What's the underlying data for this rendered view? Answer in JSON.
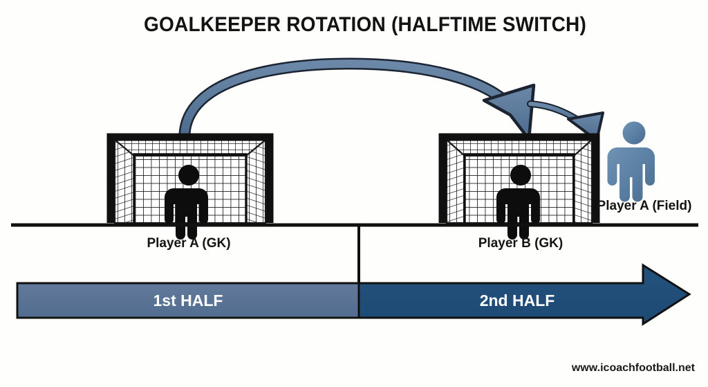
{
  "title": "GOALKEEPER ROTATION (HALFTIME SWITCH)",
  "labels": {
    "goal_left": "Player A (GK)",
    "goal_right": "Player B (GK)",
    "field_player": "Player A (Field)"
  },
  "timeline": {
    "first_half": "1st HALF",
    "second_half": "2nd HALF"
  },
  "watermark": "www.icoachfootball.net",
  "colors": {
    "background": "#fefefc",
    "ink": "#131313",
    "arrow_fill": "#5d7c9e",
    "arrow_stroke": "#1b2430",
    "field_player": "#5a7fa3",
    "first_half_band": "#5b7798",
    "second_half_band": "#1f4e79",
    "band_text": "#ffffff"
  },
  "icons": {
    "goal_left": "soccer-goal-icon",
    "goal_right": "soccer-goal-icon",
    "goalkeeper_left": "person-figure-icon",
    "goalkeeper_right": "person-figure-icon",
    "field_player": "person-figure-icon",
    "transition_arrow": "curved-arrow-icon",
    "secondary_arrow": "short-arrow-icon",
    "timeline_arrow": "right-arrow-icon"
  }
}
